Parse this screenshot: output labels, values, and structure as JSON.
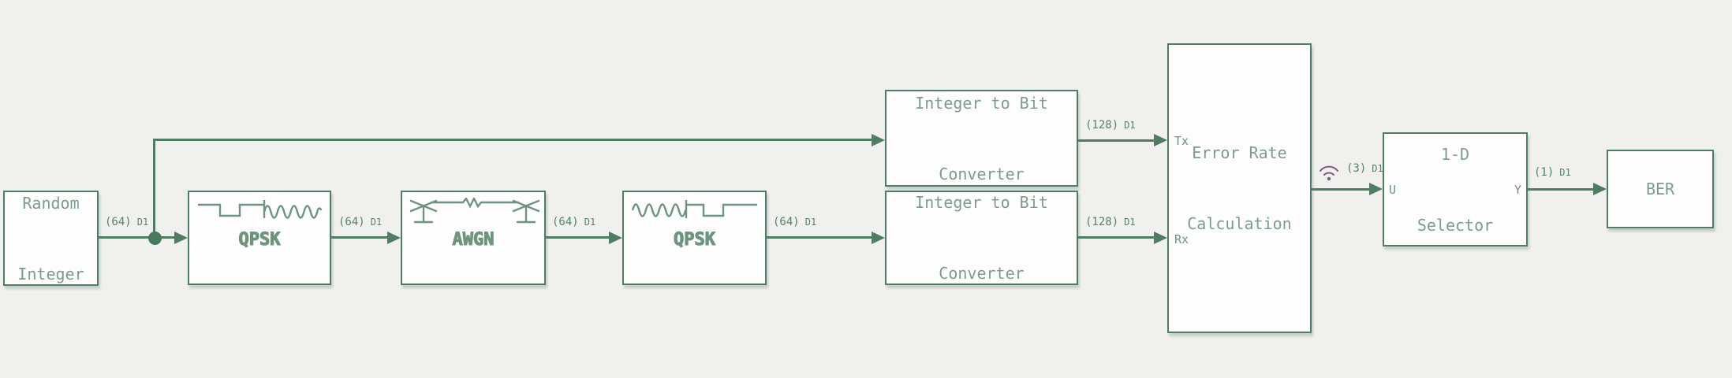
{
  "diagram": {
    "type": "simulink-block-diagram",
    "colors": {
      "background": "#f0f0ee",
      "block_fill": "#fdfdfd",
      "line_green": "#4e7d64",
      "block_label": "#7e9c8c",
      "signal_label": "#568268",
      "wireless_icon": "#7d5c82"
    }
  },
  "blocks": {
    "random_integer": {
      "label_line1": "Random",
      "label_line2": "Integer"
    },
    "qpsk_modulator": {
      "label": "QPSK"
    },
    "awgn_channel": {
      "label": "AWGN"
    },
    "qpsk_demodulator": {
      "label": "QPSK"
    },
    "integer_to_bit_converter_tx": {
      "label_line1": "Integer to Bit",
      "label_line2": "Converter"
    },
    "integer_to_bit_converter_rx": {
      "label_line1": "Integer to Bit",
      "label_line2": "Converter"
    },
    "error_rate_calculation": {
      "label_line1": "Error Rate",
      "label_line2": "Calculation",
      "port_tx": "Tx",
      "port_rx": "Rx"
    },
    "selector": {
      "label_line1": "1-D",
      "label_line2": "Selector",
      "port_in": "U",
      "port_out": "Y"
    },
    "ber_display": {
      "label": "BER"
    }
  },
  "signals": {
    "random_out": {
      "dim": "(64)",
      "rate": "D1"
    },
    "qpsk_mod_out": {
      "dim": "(64)",
      "rate": "D1"
    },
    "awgn_out": {
      "dim": "(64)",
      "rate": "D1"
    },
    "qpsk_demod_out": {
      "dim": "(64)",
      "rate": "D1"
    },
    "i2b_tx_out": {
      "dim": "(128)",
      "rate": "D1"
    },
    "i2b_rx_out": {
      "dim": "(128)",
      "rate": "D1"
    },
    "error_rate_out": {
      "dim": "(3)",
      "rate": "D1"
    },
    "selector_out": {
      "dim": "(1)",
      "rate": "D1"
    }
  }
}
